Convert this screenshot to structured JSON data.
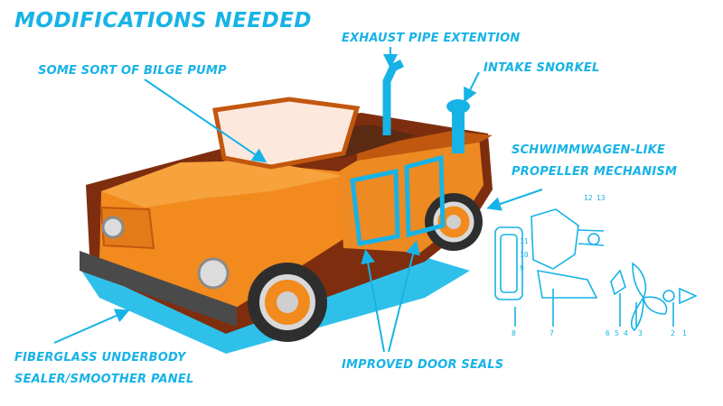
{
  "title": "MODIFICATIONS NEEDED",
  "labels": {
    "exhaust": "EXHAUST PIPE EXTENTION",
    "bilge": "SOME SORT OF BILGE PUMP",
    "snorkel": "INTAKE SNORKEL",
    "propeller_line1": "SCHWIMMWAGEN-LIKE",
    "propeller_line2": "PROPELLER MECHANISM",
    "underbody_line1": "FIBERGLASS UNDERBODY",
    "underbody_line2": "SEALER/SMOOTHER PANEL",
    "door_seals": "IMPROVED DOOR SEALS"
  },
  "part_numbers": [
    "12",
    "13",
    "11",
    "10",
    "9",
    "8",
    "7",
    "6",
    "5",
    "4",
    "3",
    "2",
    "1"
  ],
  "colors": {
    "accent": "#17b3e6",
    "body": "#f28a1e",
    "body_dark": "#c2570f",
    "shadow": "#7e2e0e",
    "underbody": "#2fc0ea",
    "bumper": "#4a4a4a"
  }
}
